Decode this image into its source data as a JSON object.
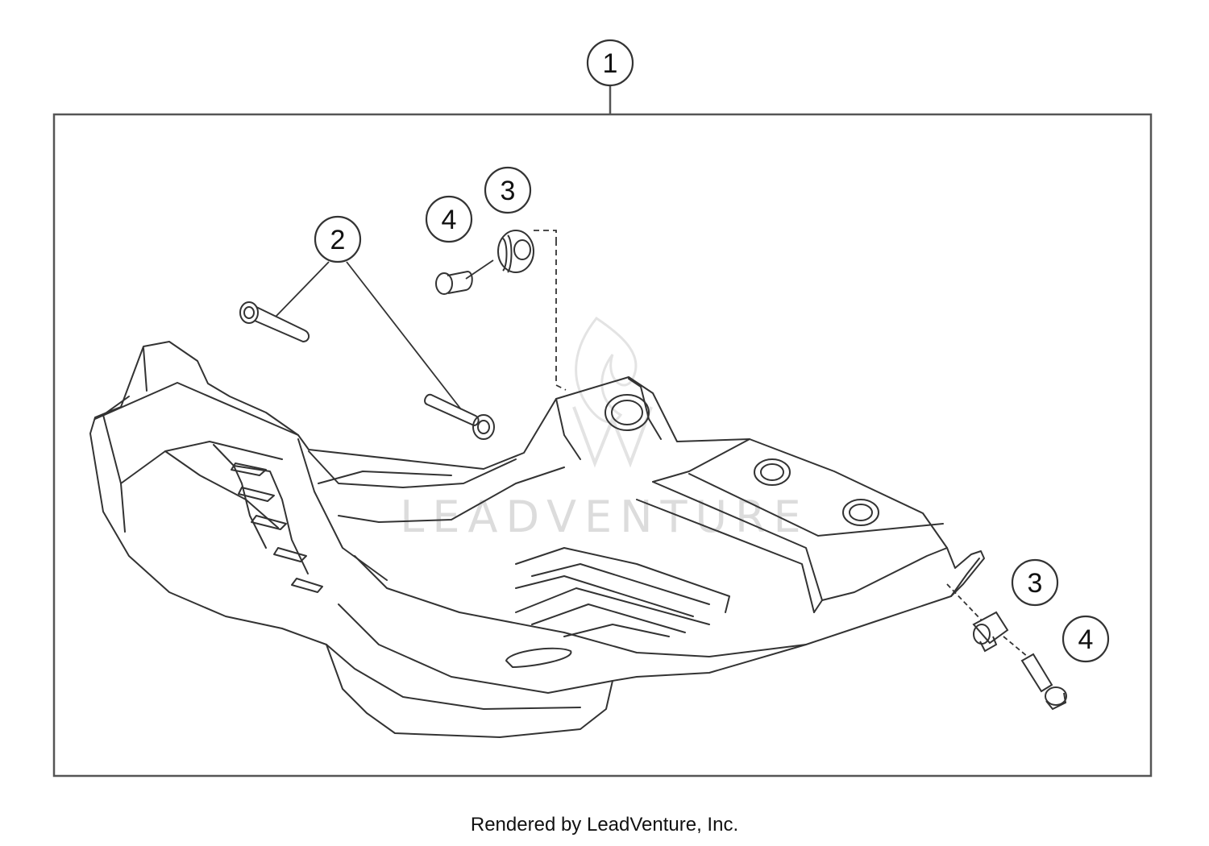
{
  "callouts": {
    "assembly": "1",
    "screws_left": "2",
    "bushing_top": "3",
    "screw_top": "4",
    "bushing_right": "3",
    "screw_right": "4"
  },
  "watermark": "LEADVENTURE",
  "footer": "Rendered by LeadVenture, Inc.",
  "colors": {
    "line": "#333333",
    "frame": "#555555",
    "watermark": "#d9d9d9"
  }
}
